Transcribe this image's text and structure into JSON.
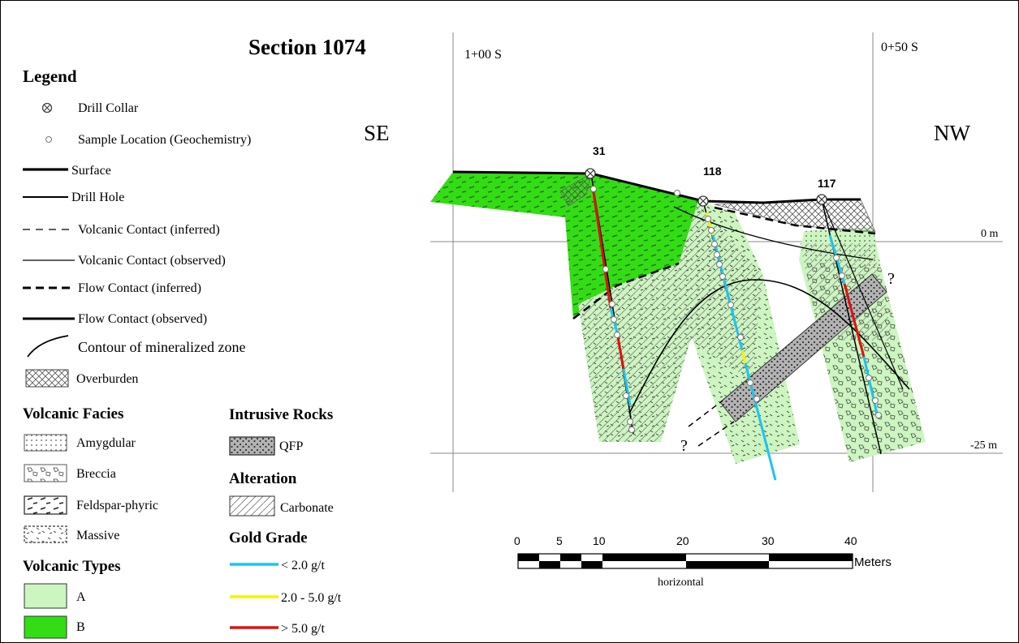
{
  "title": "Section 1074",
  "legend": {
    "heading": "Legend",
    "items": [
      {
        "label": "Drill Collar",
        "icon": "drill-collar-icon"
      },
      {
        "label": "Sample Location (Geochemistry)",
        "icon": "sample-location-icon"
      },
      {
        "label": "Surface",
        "icon": "surface-line-icon"
      },
      {
        "label": "Drill Hole",
        "icon": "drill-hole-line-icon"
      },
      {
        "label": "Volcanic Contact (inferred)",
        "icon": "volcanic-contact-inferred-icon"
      },
      {
        "label": "Volcanic Contact (observed)",
        "icon": "volcanic-contact-observed-icon"
      },
      {
        "label": "Flow Contact (inferred)",
        "icon": "flow-contact-inferred-icon"
      },
      {
        "label": "Flow Contact (observed)",
        "icon": "flow-contact-observed-icon"
      },
      {
        "label": "Contour of mineralized zone",
        "icon": "contour-mineralized-zone-icon"
      },
      {
        "label": "Overburden",
        "icon": "overburden-swatch-icon"
      }
    ],
    "volcanic_facies": {
      "heading": "Volcanic Facies",
      "items": [
        "Amygdular",
        "Breccia",
        "Feldspar-phyric",
        "Massive"
      ]
    },
    "volcanic_types": {
      "heading": "Volcanic Types",
      "items": [
        {
          "label": "A",
          "color": "#ccf5c0"
        },
        {
          "label": "B",
          "color": "#33dd14"
        }
      ]
    },
    "intrusive_rocks": {
      "heading": "Intrusive Rocks",
      "items": [
        "QFP"
      ]
    },
    "alteration": {
      "heading": "Alteration",
      "items": [
        "Carbonate"
      ]
    },
    "gold_grade": {
      "heading": "Gold Grade",
      "items": [
        {
          "label": "< 2.0 g/t",
          "color": "#1ec3f0"
        },
        {
          "label": "2.0 - 5.0 g/t",
          "color": "#f4f400"
        },
        {
          "label": "> 5.0 g/t",
          "color": "#e01010"
        }
      ]
    }
  },
  "section": {
    "left_direction": "SE",
    "right_direction": "NW",
    "grid_labels": {
      "left": "1+00 S",
      "right": "0+50 S"
    },
    "elevations": [
      "0 m",
      "-25 m"
    ],
    "questions": [
      "?",
      "?"
    ],
    "drill_holes": [
      {
        "id": "31"
      },
      {
        "id": "118"
      },
      {
        "id": "117"
      }
    ]
  },
  "scale_bar": {
    "ticks": [
      "0",
      "5",
      "10",
      "20",
      "30",
      "40"
    ],
    "unit": "Meters",
    "caption": "horizontal"
  }
}
